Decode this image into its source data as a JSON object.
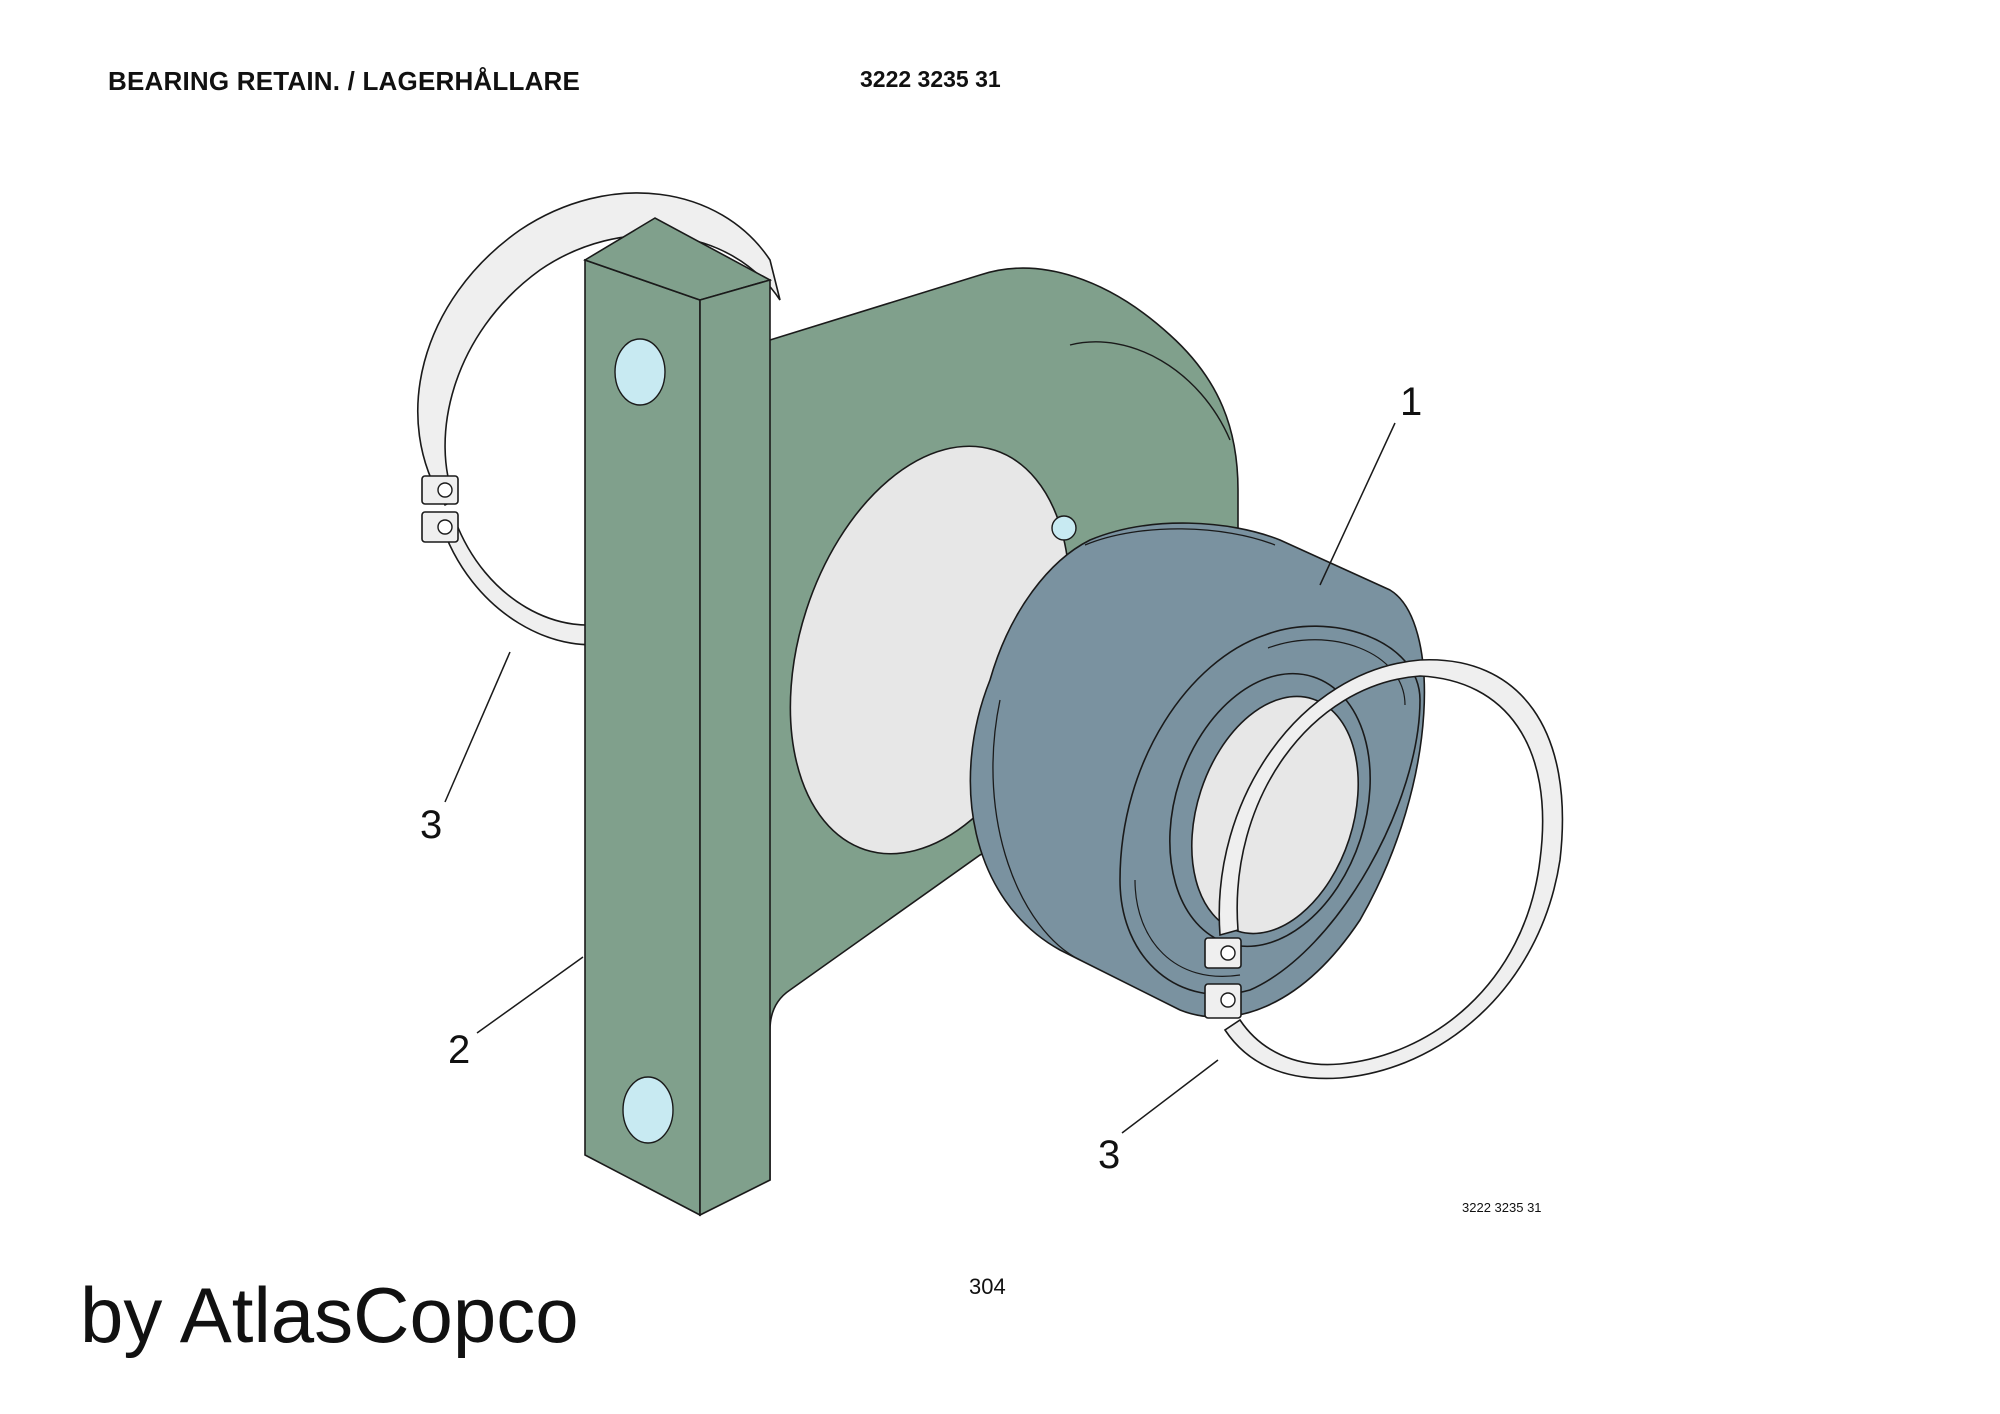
{
  "header": {
    "title": "BEARING RETAIN. / LAGERHÅLLARE",
    "part_number": "3222 3235 31"
  },
  "drawing": {
    "callouts": {
      "bearing": "1",
      "housing": "2",
      "circlip_left": "3",
      "circlip_right": "3"
    },
    "drawing_number": "3222 3235 31",
    "colors": {
      "housing": "#80a08c",
      "bearing": "#7a92a0",
      "bore": "#e7e7e7",
      "hole": "#c8eaf2",
      "ring": "#efefef",
      "outline": "#1a1a1a"
    }
  },
  "footer": {
    "page_number": "304",
    "brand": "by AtlasCopco"
  }
}
